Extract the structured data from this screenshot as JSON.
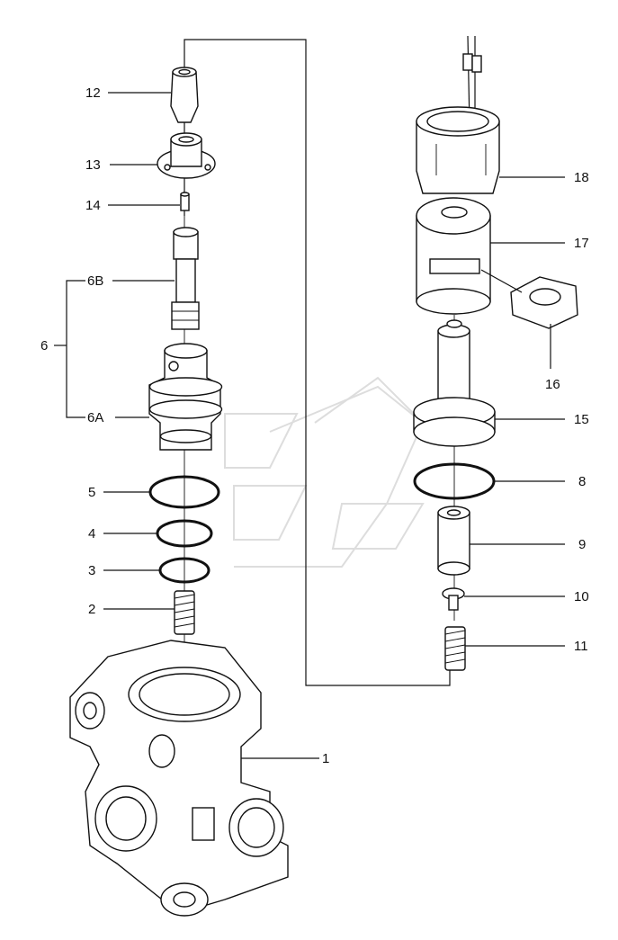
{
  "callouts": {
    "c1": "1",
    "c2": "2",
    "c3": "3",
    "c4": "4",
    "c5": "5",
    "c6": "6",
    "c6a": "6A",
    "c6b": "6B",
    "c8": "8",
    "c9": "9",
    "c10": "10",
    "c11": "11",
    "c12": "12",
    "c13": "13",
    "c14": "14",
    "c15": "15",
    "c16": "16",
    "c17": "17",
    "c18": "18"
  }
}
